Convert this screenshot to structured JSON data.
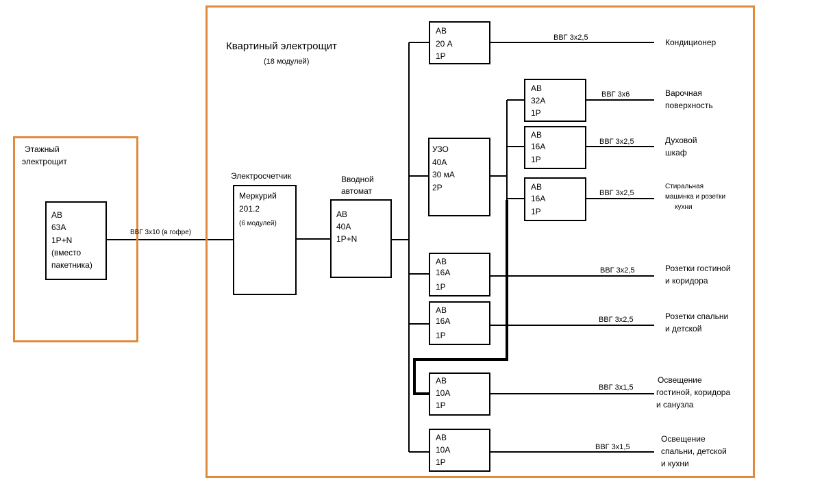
{
  "panels": {
    "floor_label": [
      "Этажный",
      "электрощит"
    ],
    "apartment_title": "Квартиный электрощит",
    "apartment_subtitle": "(18 модулей)"
  },
  "components": {
    "main_breaker": [
      "АВ",
      "63А",
      "1Р+N",
      "(вместо",
      "пакетника)"
    ],
    "meter_label": "Электросчетчик",
    "meter": [
      "Меркурий",
      "201.2",
      "(6 модулей)"
    ],
    "input_label": [
      "Вводной",
      "автомат"
    ],
    "input_breaker": [
      "АВ",
      "40А",
      "1Р+N"
    ],
    "ac_breaker": [
      "АВ",
      "20 А",
      "1Р"
    ],
    "rcd": [
      "УЗО",
      "40А",
      "30 мА",
      "2Р"
    ],
    "kitchen_breakers": [
      [
        "АВ",
        "32А",
        "1Р"
      ],
      [
        "АВ",
        "16А",
        "1Р"
      ],
      [
        "АВ",
        "16А",
        "1Р"
      ]
    ],
    "socket_breakers": [
      [
        "АВ",
        "16А",
        "1Р"
      ],
      [
        "АВ",
        "16А",
        "1Р"
      ]
    ],
    "light_breakers": [
      [
        "АВ",
        "10А",
        "1Р"
      ],
      [
        "АВ",
        "10А",
        "1Р"
      ]
    ]
  },
  "cables": {
    "feed": "ВВГ 3х10 (в гофре)",
    "ac": "ВВГ 3х2,5",
    "cooktop": "ВВГ 3х6",
    "oven": "ВВГ 3х2,5",
    "washer": "ВВГ 3х2,5",
    "living_sockets": "ВВГ 3х2,5",
    "bedroom_sockets": "ВВГ 3х2,5",
    "light1": "ВВГ 3х1,5",
    "light2": "ВВГ 3х1,5"
  },
  "loads": {
    "ac": [
      "Кондиционер"
    ],
    "cooktop": [
      "Варочная",
      "поверхность"
    ],
    "oven": [
      "Духовой",
      "шкаф"
    ],
    "washer": [
      "Стиральная",
      "машинка и розетки",
      "кухни"
    ],
    "living_sockets": [
      "Розетки гостиной",
      "и коридора"
    ],
    "bedroom_sockets": [
      "Розетки спальни",
      "и детской"
    ],
    "light1": [
      "Освещение",
      "гостиной, коридора",
      "и санузла"
    ],
    "light2": [
      "Освещение",
      "спальни, детской",
      "и кухни"
    ]
  },
  "colors": {
    "panel_border": "#e08a3c",
    "wire": "#000000"
  }
}
